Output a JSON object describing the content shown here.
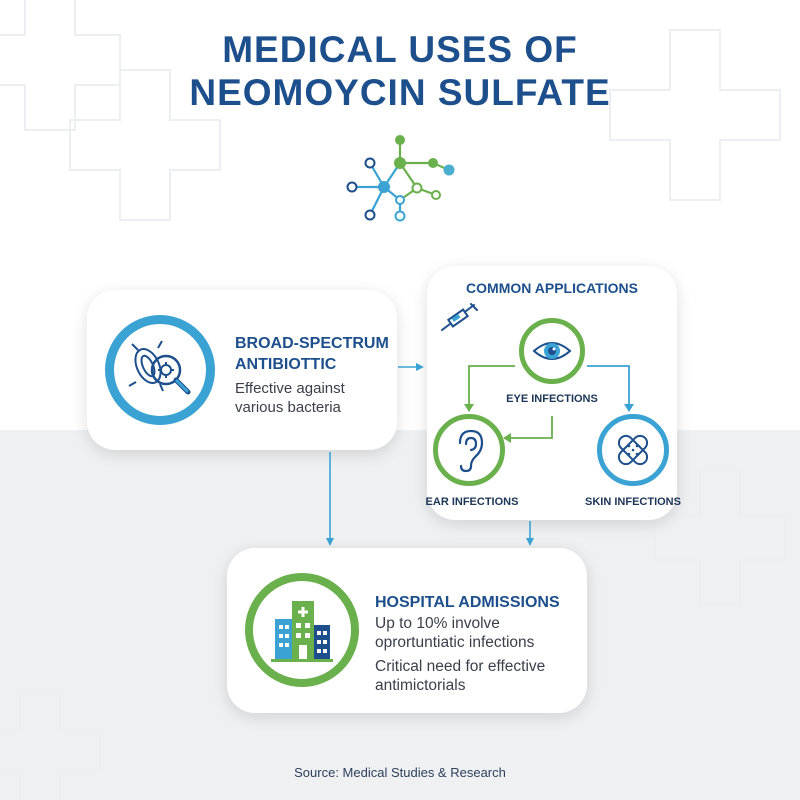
{
  "title": {
    "line1": "MEDICAL USES OF",
    "line2": "NEOMOYCIN SULFATE"
  },
  "broad_spectrum": {
    "title_line1": "BROAD-SPECTRUM",
    "title_line2": "ANTIBIOTTIC",
    "desc_line1": "Effective against",
    "desc_line2": "various bacteria",
    "icon": "bacteria-magnifier-icon"
  },
  "common_applications": {
    "title": "COMMON APPLICATIONS",
    "items": [
      {
        "label": "EYE INFECTIONS",
        "icon": "eye-icon"
      },
      {
        "label": "EAR INFECTIONS",
        "icon": "ear-icon"
      },
      {
        "label": "SKIN INFECTIONS",
        "icon": "bandage-icon"
      }
    ],
    "decor_icon": "syringe-icon"
  },
  "hospital": {
    "title": "HOSPITAL ADMISSIONS",
    "desc_line1": "Up to 10% involve",
    "desc_line2": "oprortuntiatic infections",
    "desc_line3": "Critical need for effective",
    "desc_line4": "antimictorials",
    "icon": "hospital-icon"
  },
  "colors": {
    "navy": "#1d4f8c",
    "blue": "#3aa3d3",
    "green": "#6ab04c"
  },
  "source": "Source: Medical Studies & Research"
}
